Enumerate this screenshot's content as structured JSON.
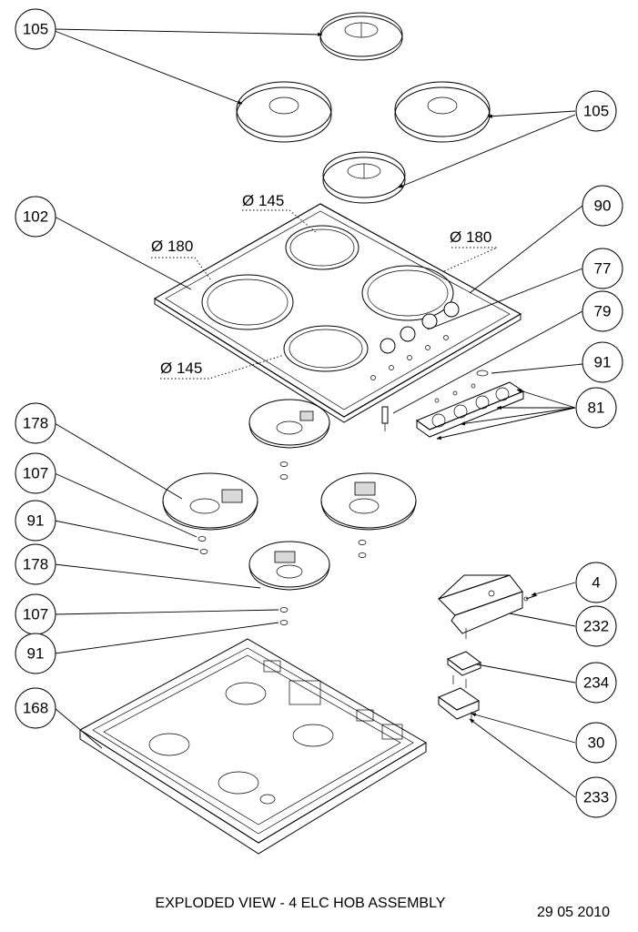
{
  "title": "EXPLODED VIEW - 4 ELC HOB ASSEMBLY",
  "date": "29 05 2010",
  "dimensions": [
    "Ø 145",
    "Ø 180",
    "Ø 180",
    "Ø 145"
  ],
  "callouts": [
    "105",
    "105",
    "102",
    "90",
    "77",
    "79",
    "91",
    "81",
    "178",
    "107",
    "91",
    "178",
    "107",
    "91",
    "168",
    "4",
    "232",
    "234",
    "30",
    "233"
  ]
}
